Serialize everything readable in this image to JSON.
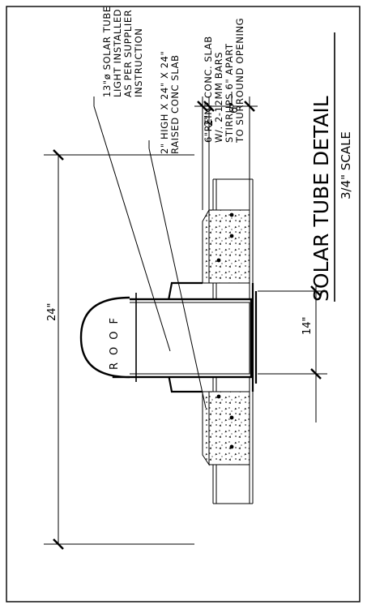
{
  "drawing": {
    "title": "SOLAR TUBE DETAIL",
    "scale": "3/4\" SCALE",
    "roof_label": "ROOF",
    "notes": {
      "solar_tube": [
        "13\"ø SOLAR TUBE",
        "LIGHT INSTALLED",
        "AS PER SUPPLIER",
        "INSTRUCTION"
      ],
      "raised_slab": [
        "2\" HIGH X 24\" X 24\"",
        "RAISED CONC SLAB"
      ],
      "reinf_slab": [
        "6\"REINF CONC. SLAB",
        "W/. 2-12MM BARS",
        "STIRRUPS 6\" APART",
        "TO SURROUND OPENING"
      ]
    },
    "dimensions": {
      "width_24": "24\"",
      "width_14": "14\"",
      "slab_2": "2\"",
      "slab_6": "6\""
    }
  }
}
